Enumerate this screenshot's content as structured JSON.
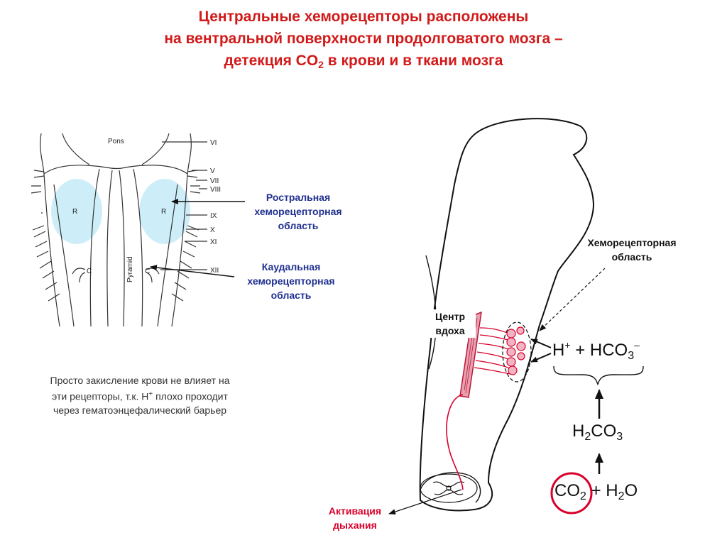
{
  "title": {
    "line1": "Центральные хеморецепторы расположены",
    "line2": "на вентральной поверхности продолговатого мозга –",
    "line3_pre": "детекция CO",
    "line3_sub": "2",
    "line3_post": " в крови и в ткани мозга"
  },
  "brainstem": {
    "pons": "Pons",
    "pyramid": "Pyramid",
    "region_r": "R",
    "region_c": "C",
    "nerves": [
      "VI",
      "V",
      "VII",
      "VIII",
      "IX",
      "X",
      "XI",
      "XII"
    ]
  },
  "labels": {
    "rostral": [
      "Ростральная",
      "хеморецепторная",
      "область"
    ],
    "caudal": [
      "Каудальная",
      "хеморецепторная",
      "область"
    ],
    "chemoreceptor": [
      "Хеморецепторная",
      "область"
    ],
    "inspiration": [
      "Центр",
      "вдоха"
    ],
    "activation": [
      "Активация",
      "дыхания"
    ]
  },
  "note": {
    "line1": "Просто закисление крови не влияет на",
    "line2_pre": "эти рецепторы, т.к. H",
    "line2_sup": "+",
    "line2_post": " плохо проходит",
    "line3": "через гематоэнцефалический  барьер"
  },
  "chemistry": {
    "h": "H",
    "h_sup": "+",
    "plus1": "+",
    "hco": "HCO",
    "hco_sub": "3",
    "hco_sup": "–",
    "h2co3_a": "H",
    "h2co3_sub1": "2",
    "h2co3_b": "CO",
    "h2co3_sub2": "3",
    "co": "CO",
    "co_sub": "2",
    "plus2": "+",
    "h2o_a": "H",
    "h2o_sub": "2",
    "h2o_b": "O"
  },
  "colors": {
    "title": "#d21a1a",
    "blue_label": "#1f2f8f",
    "red": "#d8002a",
    "nucleus": "#e8a0b0",
    "region": "#cdeef8"
  }
}
